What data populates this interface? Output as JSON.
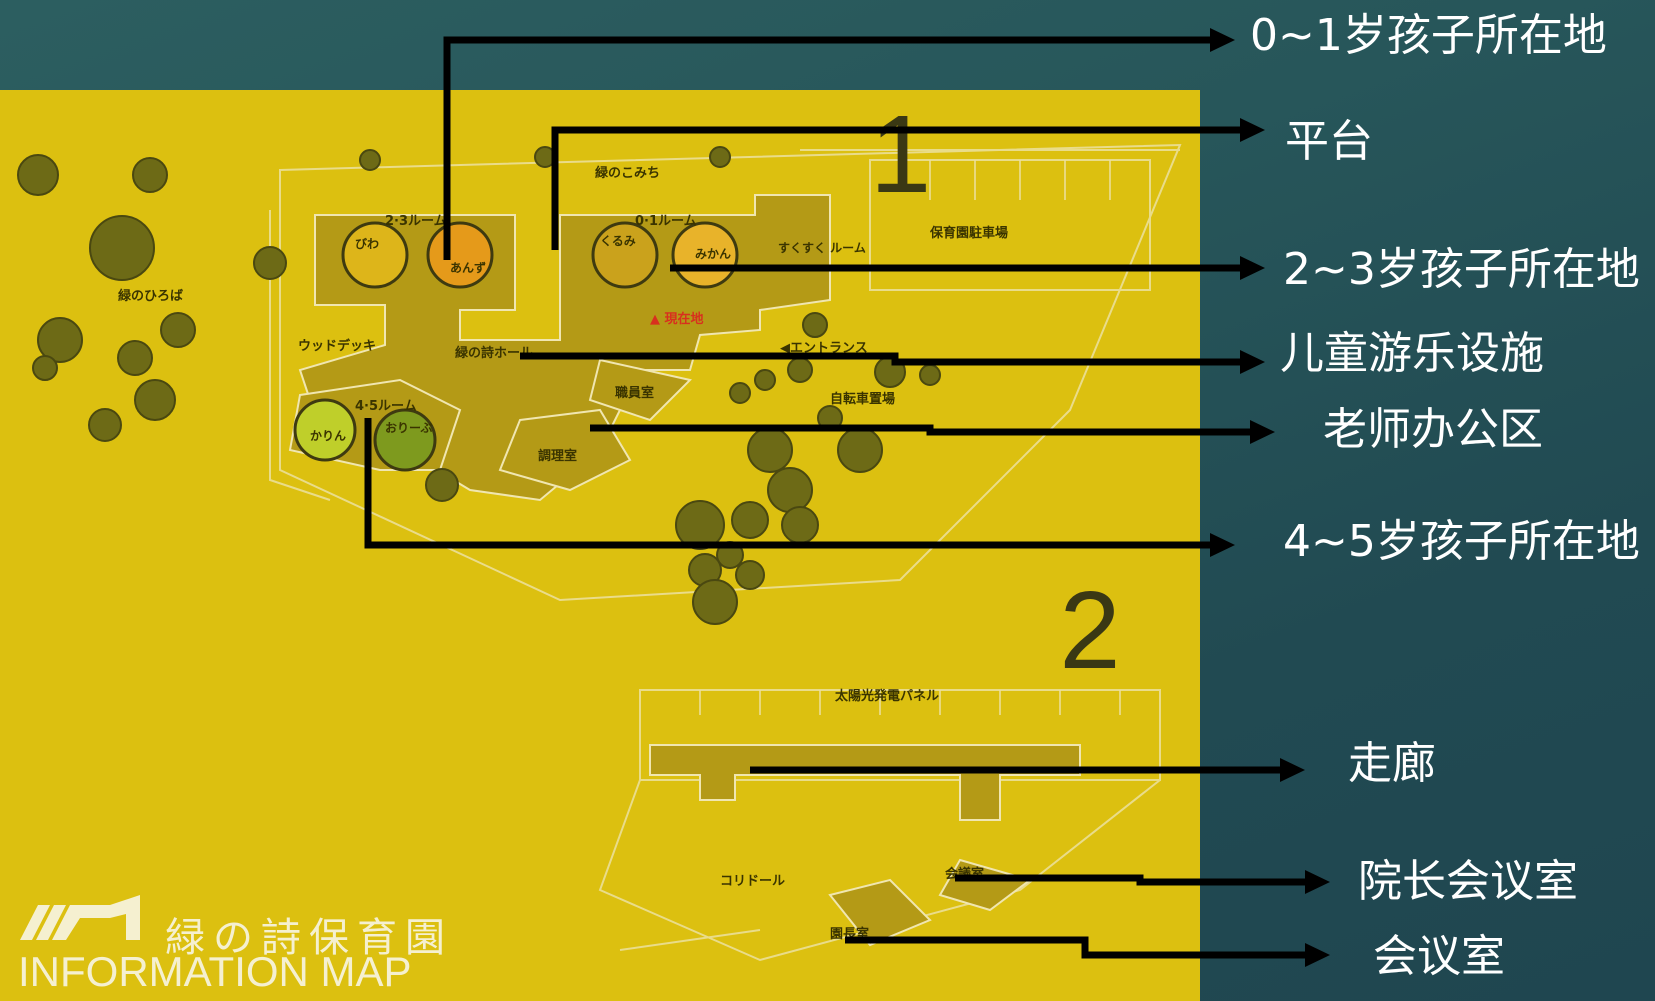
{
  "map": {
    "zone_numbers": [
      "1",
      "2"
    ],
    "labels": {
      "midori_komichi": "緑のこみち",
      "room_23": "2·3ルーム",
      "room_01": "0·1ルーム",
      "room_45": "4·5ルーム",
      "biwa": "びわ",
      "anzu": "あんず",
      "kurumi": "くるみ",
      "mikan": "みかん",
      "karin": "かりん",
      "oriibu": "おりーぶ",
      "sukusuku": "すくすく\nルーム",
      "parking": "保育園駐車場",
      "hiroba": "緑のひろば",
      "wood_deck": "ウッドデッキ",
      "hall": "緑の詩ホール",
      "genzaichi": "▲ 現在地",
      "entrance": "◀エントランス",
      "staff_room": "職員室",
      "bicycle": "自転車置場",
      "kitchen": "調理室",
      "solar": "太陽光発電パネル",
      "corridor": "コリドール",
      "meeting": "会議室",
      "director": "園長室"
    }
  },
  "callouts": [
    {
      "id": "infant-area",
      "text": "0~1岁孩子所在地"
    },
    {
      "id": "platform",
      "text": "平台"
    },
    {
      "id": "toddler-area",
      "text": "2~3岁孩子所在地"
    },
    {
      "id": "play-facility",
      "text": "儿童游乐设施"
    },
    {
      "id": "teacher-office",
      "text": "老师办公区"
    },
    {
      "id": "preschool-area",
      "text": "4~5岁孩子所在地"
    },
    {
      "id": "corridor",
      "text": "走廊"
    },
    {
      "id": "director-meeting",
      "text": "院长会议室"
    },
    {
      "id": "meeting-room",
      "text": "会议室"
    }
  ],
  "logo": {
    "name": "緑の詩保育園",
    "subtitle": "INFORMATION MAP"
  },
  "colors": {
    "map_yellow": "#dcc010",
    "building_olive": "#b49a16",
    "tree_green": "#6d6a16",
    "arrow": "#000000",
    "background_teal": "#27565a"
  }
}
